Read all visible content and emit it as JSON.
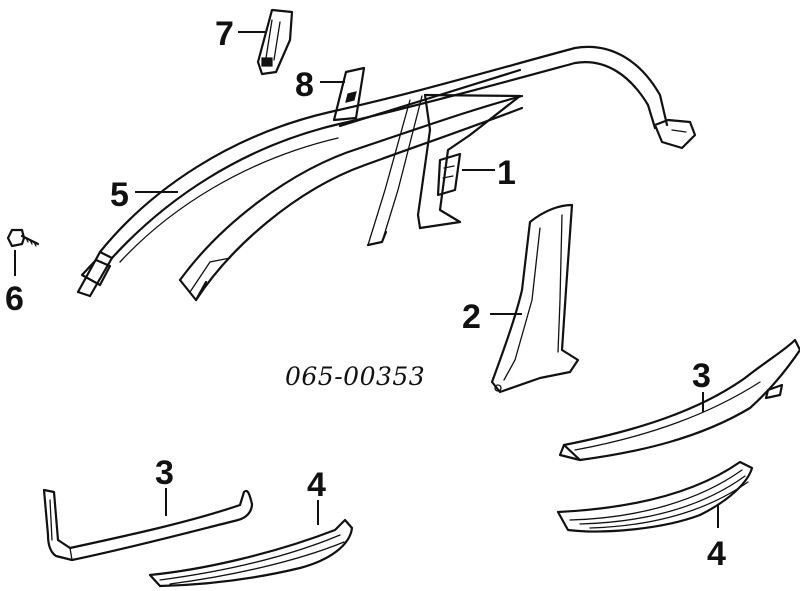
{
  "diagram": {
    "code": "065-00353",
    "callouts": {
      "c1": "1",
      "c2": "2",
      "c3a": "3",
      "c3b": "3",
      "c4a": "4",
      "c4b": "4",
      "c5": "5",
      "c6": "6",
      "c7": "7",
      "c8": "8"
    }
  }
}
